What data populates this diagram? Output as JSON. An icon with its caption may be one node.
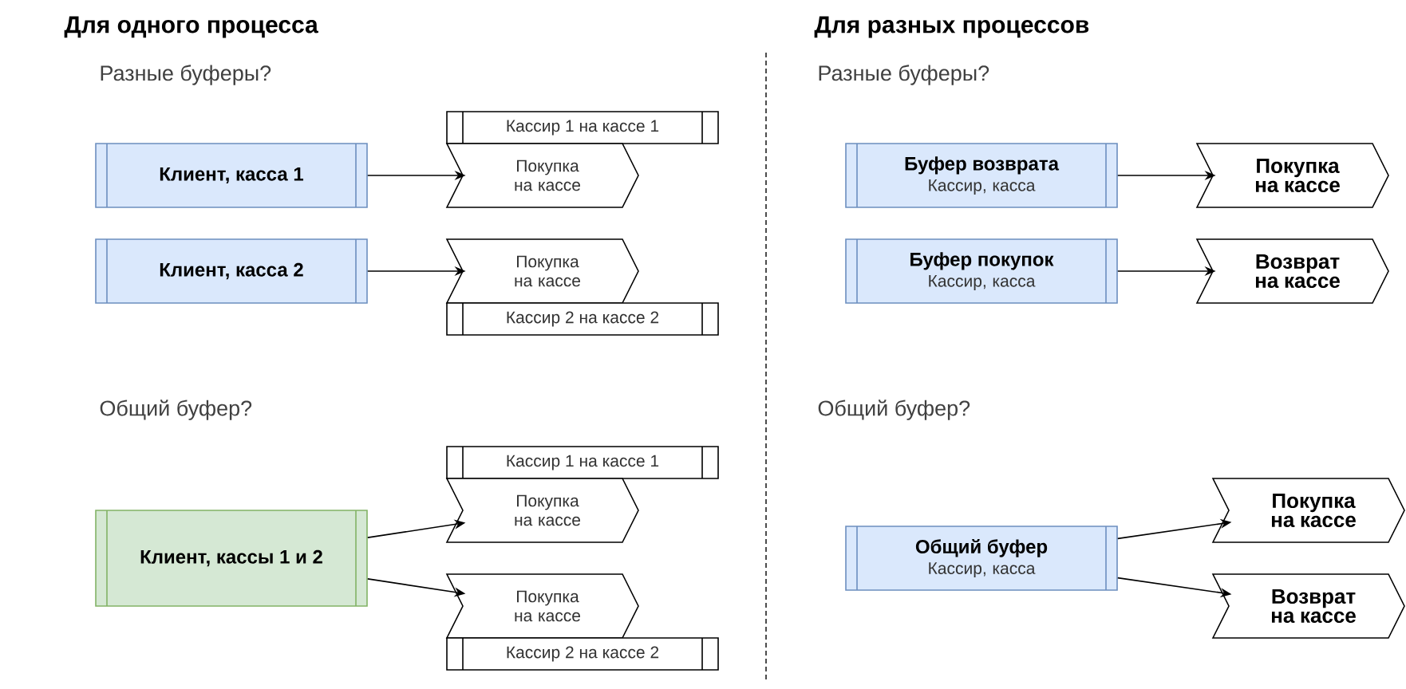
{
  "diagram": {
    "nodes": [
      {
        "text": [
          "Клиент, касса 1"
        ]
      },
      {
        "text": [
          "Кассир 1 на кассе 1"
        ]
      },
      {
        "text": [
          "Покупка на кассе"
        ]
      },
      {
        "text": [
          "Клиент, касса 2"
        ]
      },
      {
        "text": [
          "Покупка на кассе"
        ]
      },
      {
        "text": [
          "Кассир 2 на кассе 2"
        ]
      },
      {
        "text": [
          "Кассир 1 на кассе 1"
        ]
      },
      {
        "text": [
          "Клиент, кассы 1 и 2"
        ]
      },
      {
        "text": [
          "Покупка на кассе"
        ]
      },
      {
        "text": [
          "Покупка на кассе"
        ]
      },
      {
        "text": [
          "Кассир 2 на кассе 2"
        ]
      },
      {
        "text": [
          "Буфер возврата",
          "Кассир, касса"
        ]
      },
      {
        "text": [
          "Покупка на кассе"
        ]
      },
      {
        "text": [
          "Буфер покупок",
          "Кассир, касса"
        ]
      },
      {
        "text": [
          "Возврат на кассе"
        ]
      },
      {
        "text": [
          "Покупка на кассе"
        ]
      },
      {
        "text": [
          "Общий буфер",
          "Кассир, касса"
        ]
      },
      {
        "text": [
          "Возврат на кассе"
        ]
      }
    ],
    "edges": [
      {
        "from": 0,
        "to": 2,
        "arrow": "to"
      },
      {
        "from": 3,
        "to": 4,
        "arrow": "to"
      },
      {
        "from": 7,
        "to": 8,
        "arrow": "to"
      },
      {
        "from": 7,
        "to": 9,
        "arrow": "to"
      },
      {
        "from": 11,
        "to": 12,
        "arrow": "to"
      },
      {
        "from": 13,
        "to": 14,
        "arrow": "to"
      },
      {
        "from": 16,
        "to": 15,
        "arrow": "to"
      },
      {
        "from": 16,
        "to": 17,
        "arrow": "to"
      }
    ],
    "labels": [
      "Для одного процесса",
      "Для разных процессов",
      "Разные буферы?",
      "Разные буферы?",
      "Общий буфер?",
      "Общий буфер?"
    ]
  }
}
